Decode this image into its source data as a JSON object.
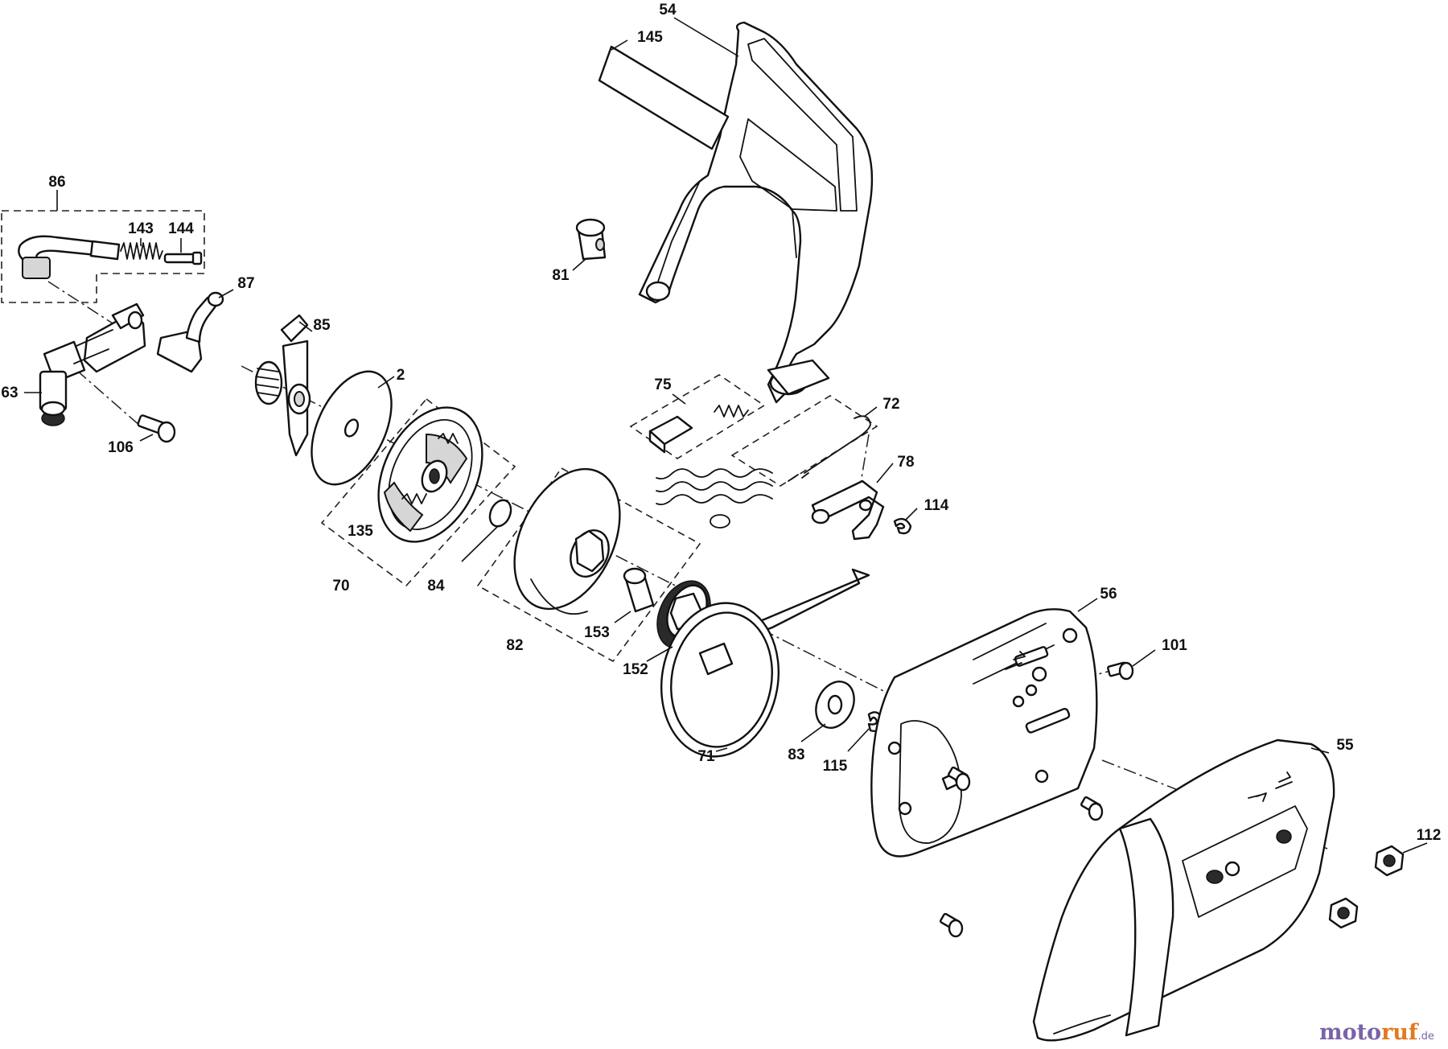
{
  "diagram": {
    "callouts": [
      "54",
      "145",
      "86",
      "143",
      "144",
      "87",
      "81",
      "85",
      "2",
      "63",
      "106",
      "75",
      "72",
      "78",
      "135",
      "70",
      "84",
      "114",
      "82",
      "153",
      "152",
      "56",
      "101",
      "71",
      "83",
      "115",
      "55",
      "112"
    ]
  },
  "watermark": {
    "brand_a": "moto",
    "brand_b": "ruf",
    "suffix": ".de"
  },
  "colors": {
    "watermark_primary": "#7a63a8",
    "watermark_accent": "#e07a1f"
  }
}
